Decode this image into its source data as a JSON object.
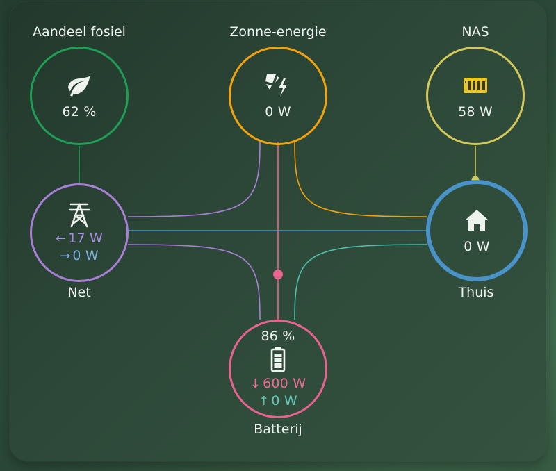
{
  "nodes": {
    "fossil": {
      "label": "Aandeel fosiel",
      "value": "62 %",
      "color": "#1f9e56",
      "icon": "leaf-icon"
    },
    "solar": {
      "label": "Zonne-energie",
      "value": "0 W",
      "color": "#f2a20b",
      "icon": "solar-power-icon"
    },
    "nas": {
      "label": "NAS",
      "value": "58 W",
      "color": "#d4c85a",
      "icon": "nas-device-icon"
    },
    "grid": {
      "label": "Net",
      "import_value": "17 W",
      "export_value": "0 W",
      "color": "#a97fd6",
      "import_color": "#a98fe0",
      "export_color": "#7eaee0",
      "icon": "transmission-tower-icon"
    },
    "home": {
      "label": "Thuis",
      "value": "0 W",
      "color": "#4a93c9",
      "icon": "home-icon"
    },
    "battery": {
      "label": "Batterij",
      "soc": "86 %",
      "charge_value": "600 W",
      "discharge_value": "0 W",
      "color": "#e8638f",
      "charge_color": "#ee6d96",
      "discharge_color": "#5fc7b6",
      "icon": "battery-icon"
    }
  },
  "arrows": {
    "left": "←",
    "right": "→",
    "down": "↓",
    "up": "↑"
  },
  "flow_colors": {
    "fossil_to_grid": "#1f9e56",
    "solar_to_grid": "#a97fd6",
    "solar_to_home": "#f2a20b",
    "solar_to_battery": "#e8638f",
    "grid_to_home": "#4a93c9",
    "grid_to_battery": "#a97fd6",
    "battery_to_home": "#4fbfae",
    "nas_to_home": "#d4c85a"
  }
}
